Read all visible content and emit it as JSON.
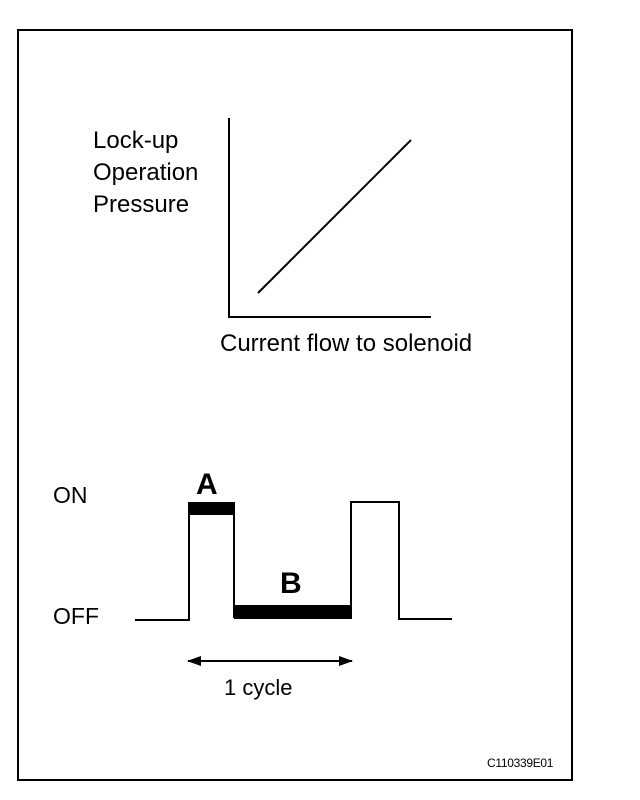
{
  "graph": {
    "ylabel_lines": [
      "Lock-up",
      "Operation",
      "Pressure"
    ],
    "xlabel": "Current flow to solenoid"
  },
  "signal": {
    "on_label": "ON",
    "off_label": "OFF",
    "a_label": "A",
    "b_label": "B",
    "cycle_label": "1 cycle"
  },
  "figure_code": "C110339E01",
  "colors": {
    "line": "#000000",
    "background": "#ffffff"
  }
}
